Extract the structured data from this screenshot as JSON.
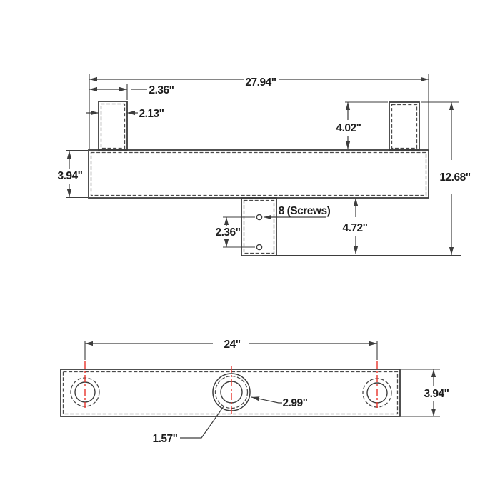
{
  "drawing": {
    "kind": "technical-dimension-drawing",
    "colors": {
      "background": "#ffffff",
      "line": "#3d3d3d",
      "text": "#1d1d1d",
      "centerline_red": "#e8342b"
    },
    "top_view": {
      "labels": {
        "overall_width": "27.94\"",
        "tab_offset": "2.36\"",
        "tab_width": "2.13\"",
        "tab_height": "4.02\"",
        "bar_height": "3.94\"",
        "overall_height": "12.68\"",
        "mount_drop": "4.72\"",
        "screw_spacing": "2.36\"",
        "screws_note": "8 (Screws)"
      }
    },
    "bottom_view": {
      "labels": {
        "center_spacing": "24\"",
        "boss_outer_diameter": "2.99\"",
        "hole_inner_diameter": "1.57\"",
        "bar_depth": "3.94\""
      }
    }
  }
}
